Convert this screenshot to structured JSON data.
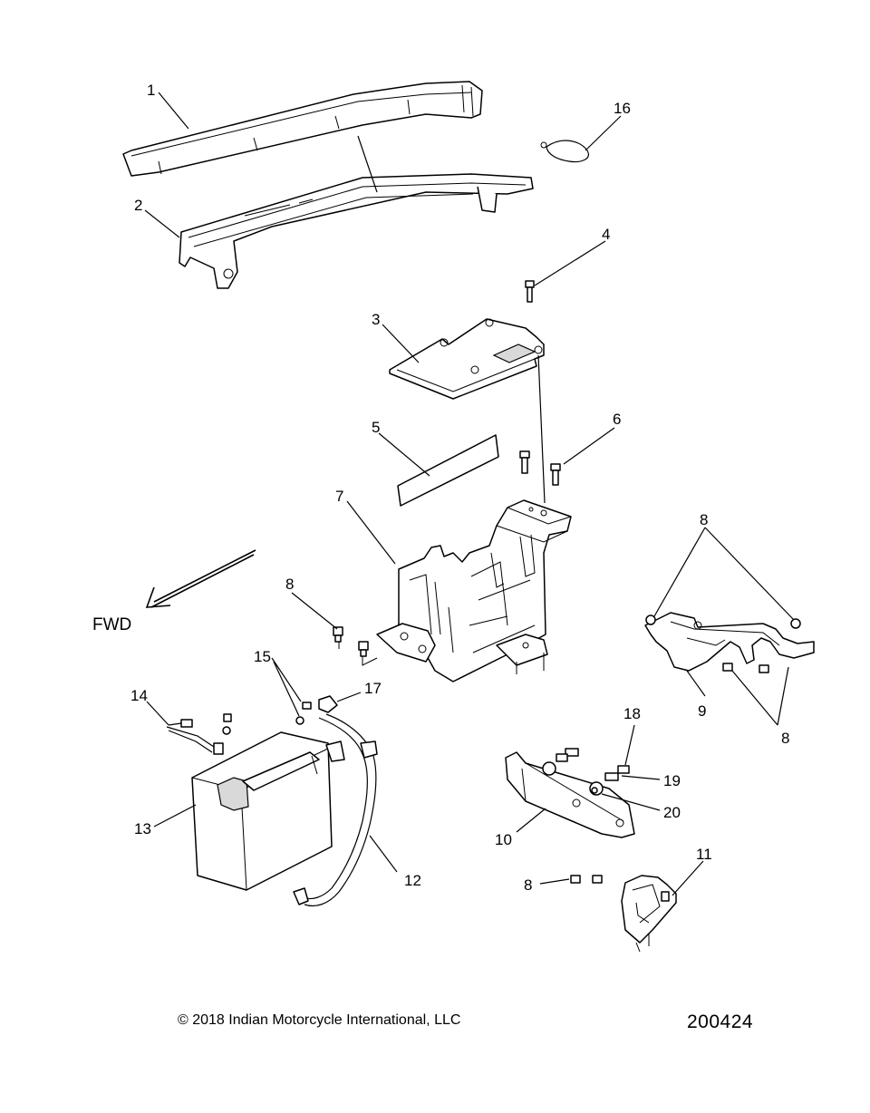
{
  "callouts": {
    "c1": "1",
    "c2": "2",
    "c3": "3",
    "c4": "4",
    "c5": "5",
    "c6": "6",
    "c7": "7",
    "c8a": "8",
    "c8b": "8",
    "c8c": "8",
    "c8d": "8",
    "c9": "9",
    "c10": "10",
    "c11": "11",
    "c12": "12",
    "c13": "13",
    "c14": "14",
    "c15": "15",
    "c16": "16",
    "c17": "17",
    "c18": "18",
    "c19": "19",
    "c20": "20"
  },
  "direction_label": "FWD",
  "copyright": "© 2018 Indian Motorcycle International, LLC",
  "diagram_number": "200424"
}
